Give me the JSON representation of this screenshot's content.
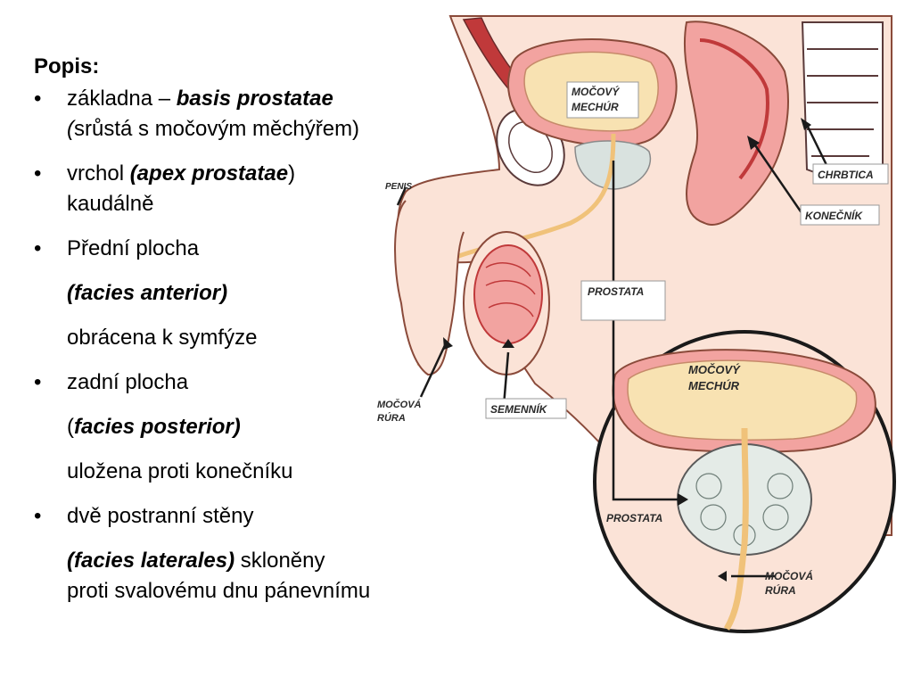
{
  "slide": {
    "heading": "Popis:",
    "item1": {
      "prefix": "základna – ",
      "term": "basis prostatae",
      "paren_open": "(",
      "note": "srůstá s močovým měchýřem)"
    },
    "item2": {
      "prefix": "vrchol ",
      "term": "(apex prostatae",
      "paren_close": ")",
      "line2": "kaudálně"
    },
    "item3": {
      "label": "Přední plocha",
      "term": "(facies anterior)",
      "desc": "obrácena k symfýze"
    },
    "item4": {
      "label": "zadní plocha",
      "paren_open": "(",
      "term": "facies posterior)",
      "desc": "uložena proti konečníku"
    },
    "item5": {
      "label": "dvě postranní stěny",
      "term": "(facies laterales)",
      "suffix": " skloněny",
      "line2": "proti svalovému dnu pánevnímu"
    }
  },
  "diagram_labels": {
    "penis": "PENIS",
    "bladder_top": [
      "MOČOVÝ",
      "MECHÚR"
    ],
    "spine": "CHRBTICA",
    "rectum": "KONEČNÍK",
    "prostata_top": "PROSTATA",
    "urethra_left": [
      "MOČOVÁ",
      "RÚRA"
    ],
    "testis": "SEMENNÍK",
    "bladder_zoom": [
      "MOČOVÝ",
      "MECHÚR"
    ],
    "prostata_zoom": "PROSTATA",
    "urethra_zoom": [
      "MOČOVÁ",
      "RÚRA"
    ]
  },
  "colors": {
    "skin": "#f9dcd0",
    "tissue_pink": "#f2a3a0",
    "tissue_dark": "#c0393a",
    "bladder_fill": "#f8e2b2",
    "urethra": "#f0c27a",
    "outline": "#8a4a3a"
  }
}
